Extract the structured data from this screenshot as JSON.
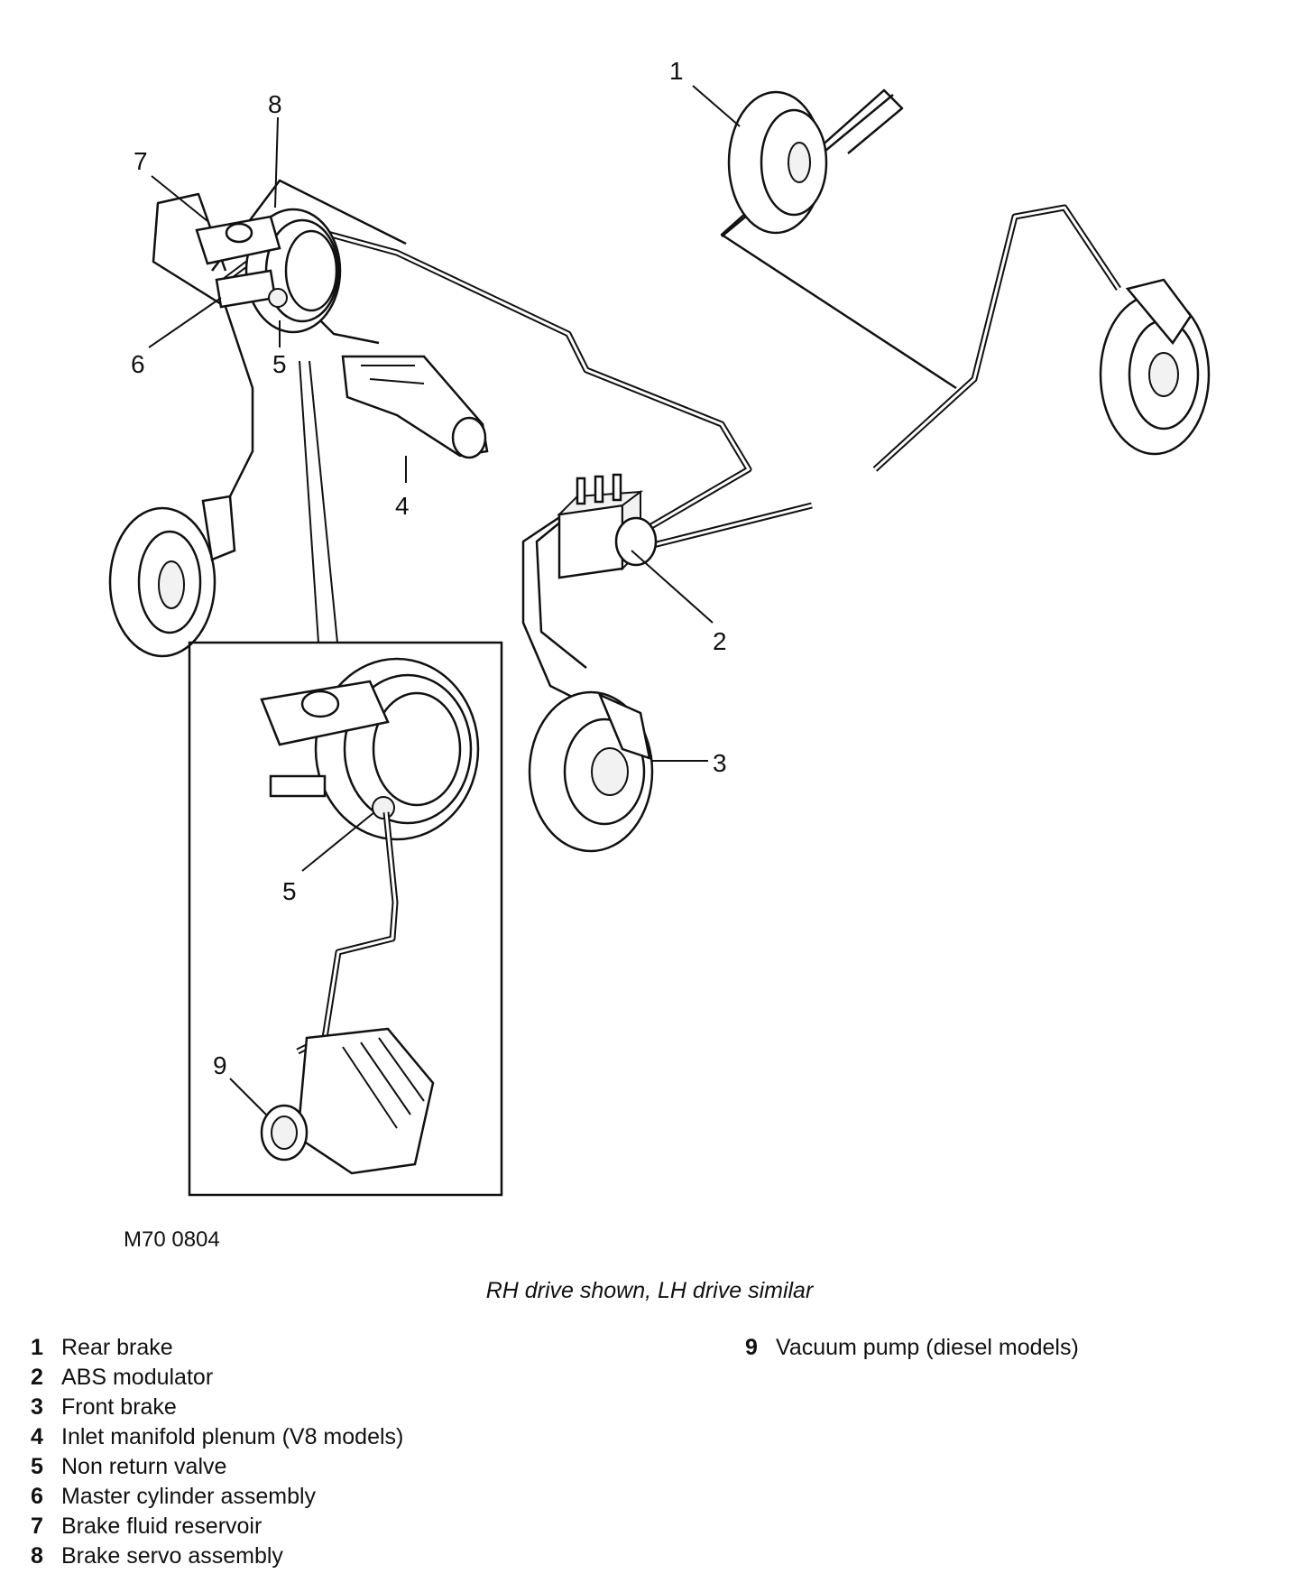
{
  "figure_ref": "M70 0804",
  "caption": "RH drive shown, LH drive similar",
  "callouts": [
    "1",
    "2",
    "3",
    "4",
    "5",
    "6",
    "7",
    "8",
    "5",
    "9"
  ],
  "legend_left": [
    {
      "num": "1",
      "text": "Rear brake"
    },
    {
      "num": "2",
      "text": "ABS modulator"
    },
    {
      "num": "3",
      "text": "Front brake"
    },
    {
      "num": "4",
      "text": "Inlet manifold plenum (V8 models)"
    },
    {
      "num": "5",
      "text": "Non return valve"
    },
    {
      "num": "6",
      "text": "Master cylinder assembly"
    },
    {
      "num": "7",
      "text": "Brake fluid reservoir"
    },
    {
      "num": "8",
      "text": "Brake servo assembly"
    }
  ],
  "legend_right": [
    {
      "num": "9",
      "text": "Vacuum pump (diesel models)"
    }
  ]
}
